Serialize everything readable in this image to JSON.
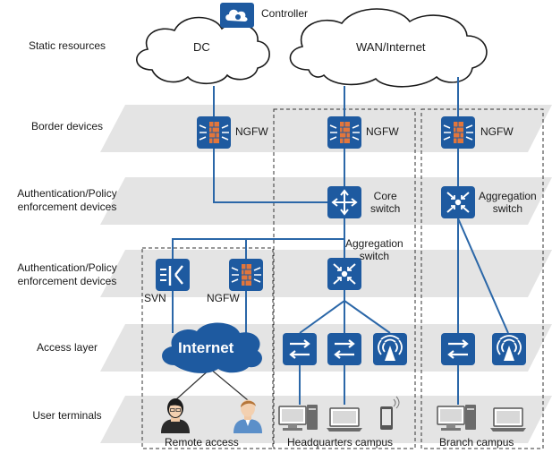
{
  "rows": [
    {
      "id": "static",
      "label": "Static resources"
    },
    {
      "id": "border",
      "label": "Border devices"
    },
    {
      "id": "auth1",
      "label": "Authentication/Policy enforcement devices"
    },
    {
      "id": "auth2",
      "label": "Authentication/Policy enforcement devices"
    },
    {
      "id": "access",
      "label": "Access layer"
    },
    {
      "id": "terminals",
      "label": "User terminals"
    }
  ],
  "clouds": {
    "dc": "DC",
    "wan": "WAN/Internet",
    "internet": "Internet"
  },
  "controller": "Controller",
  "devices": {
    "ngfw_dc": "NGFW",
    "ngfw_hq": "NGFW",
    "ngfw_branch": "NGFW",
    "core_switch": "Core\nswitch",
    "agg_branch": "Aggregation\nswitch",
    "agg_hq": "Aggregation\nswitch",
    "svn": "SVN",
    "ngfw_remote": "NGFW"
  },
  "regions": {
    "remote": "Remote access",
    "hq": "Headquarters campus",
    "branch": "Branch campus"
  },
  "colors": {
    "device_blue": "#1e5aa0",
    "line_blue": "#2b67a8",
    "layer_gray": "#e4e4e4",
    "firewall_orange": "#e2763c"
  }
}
